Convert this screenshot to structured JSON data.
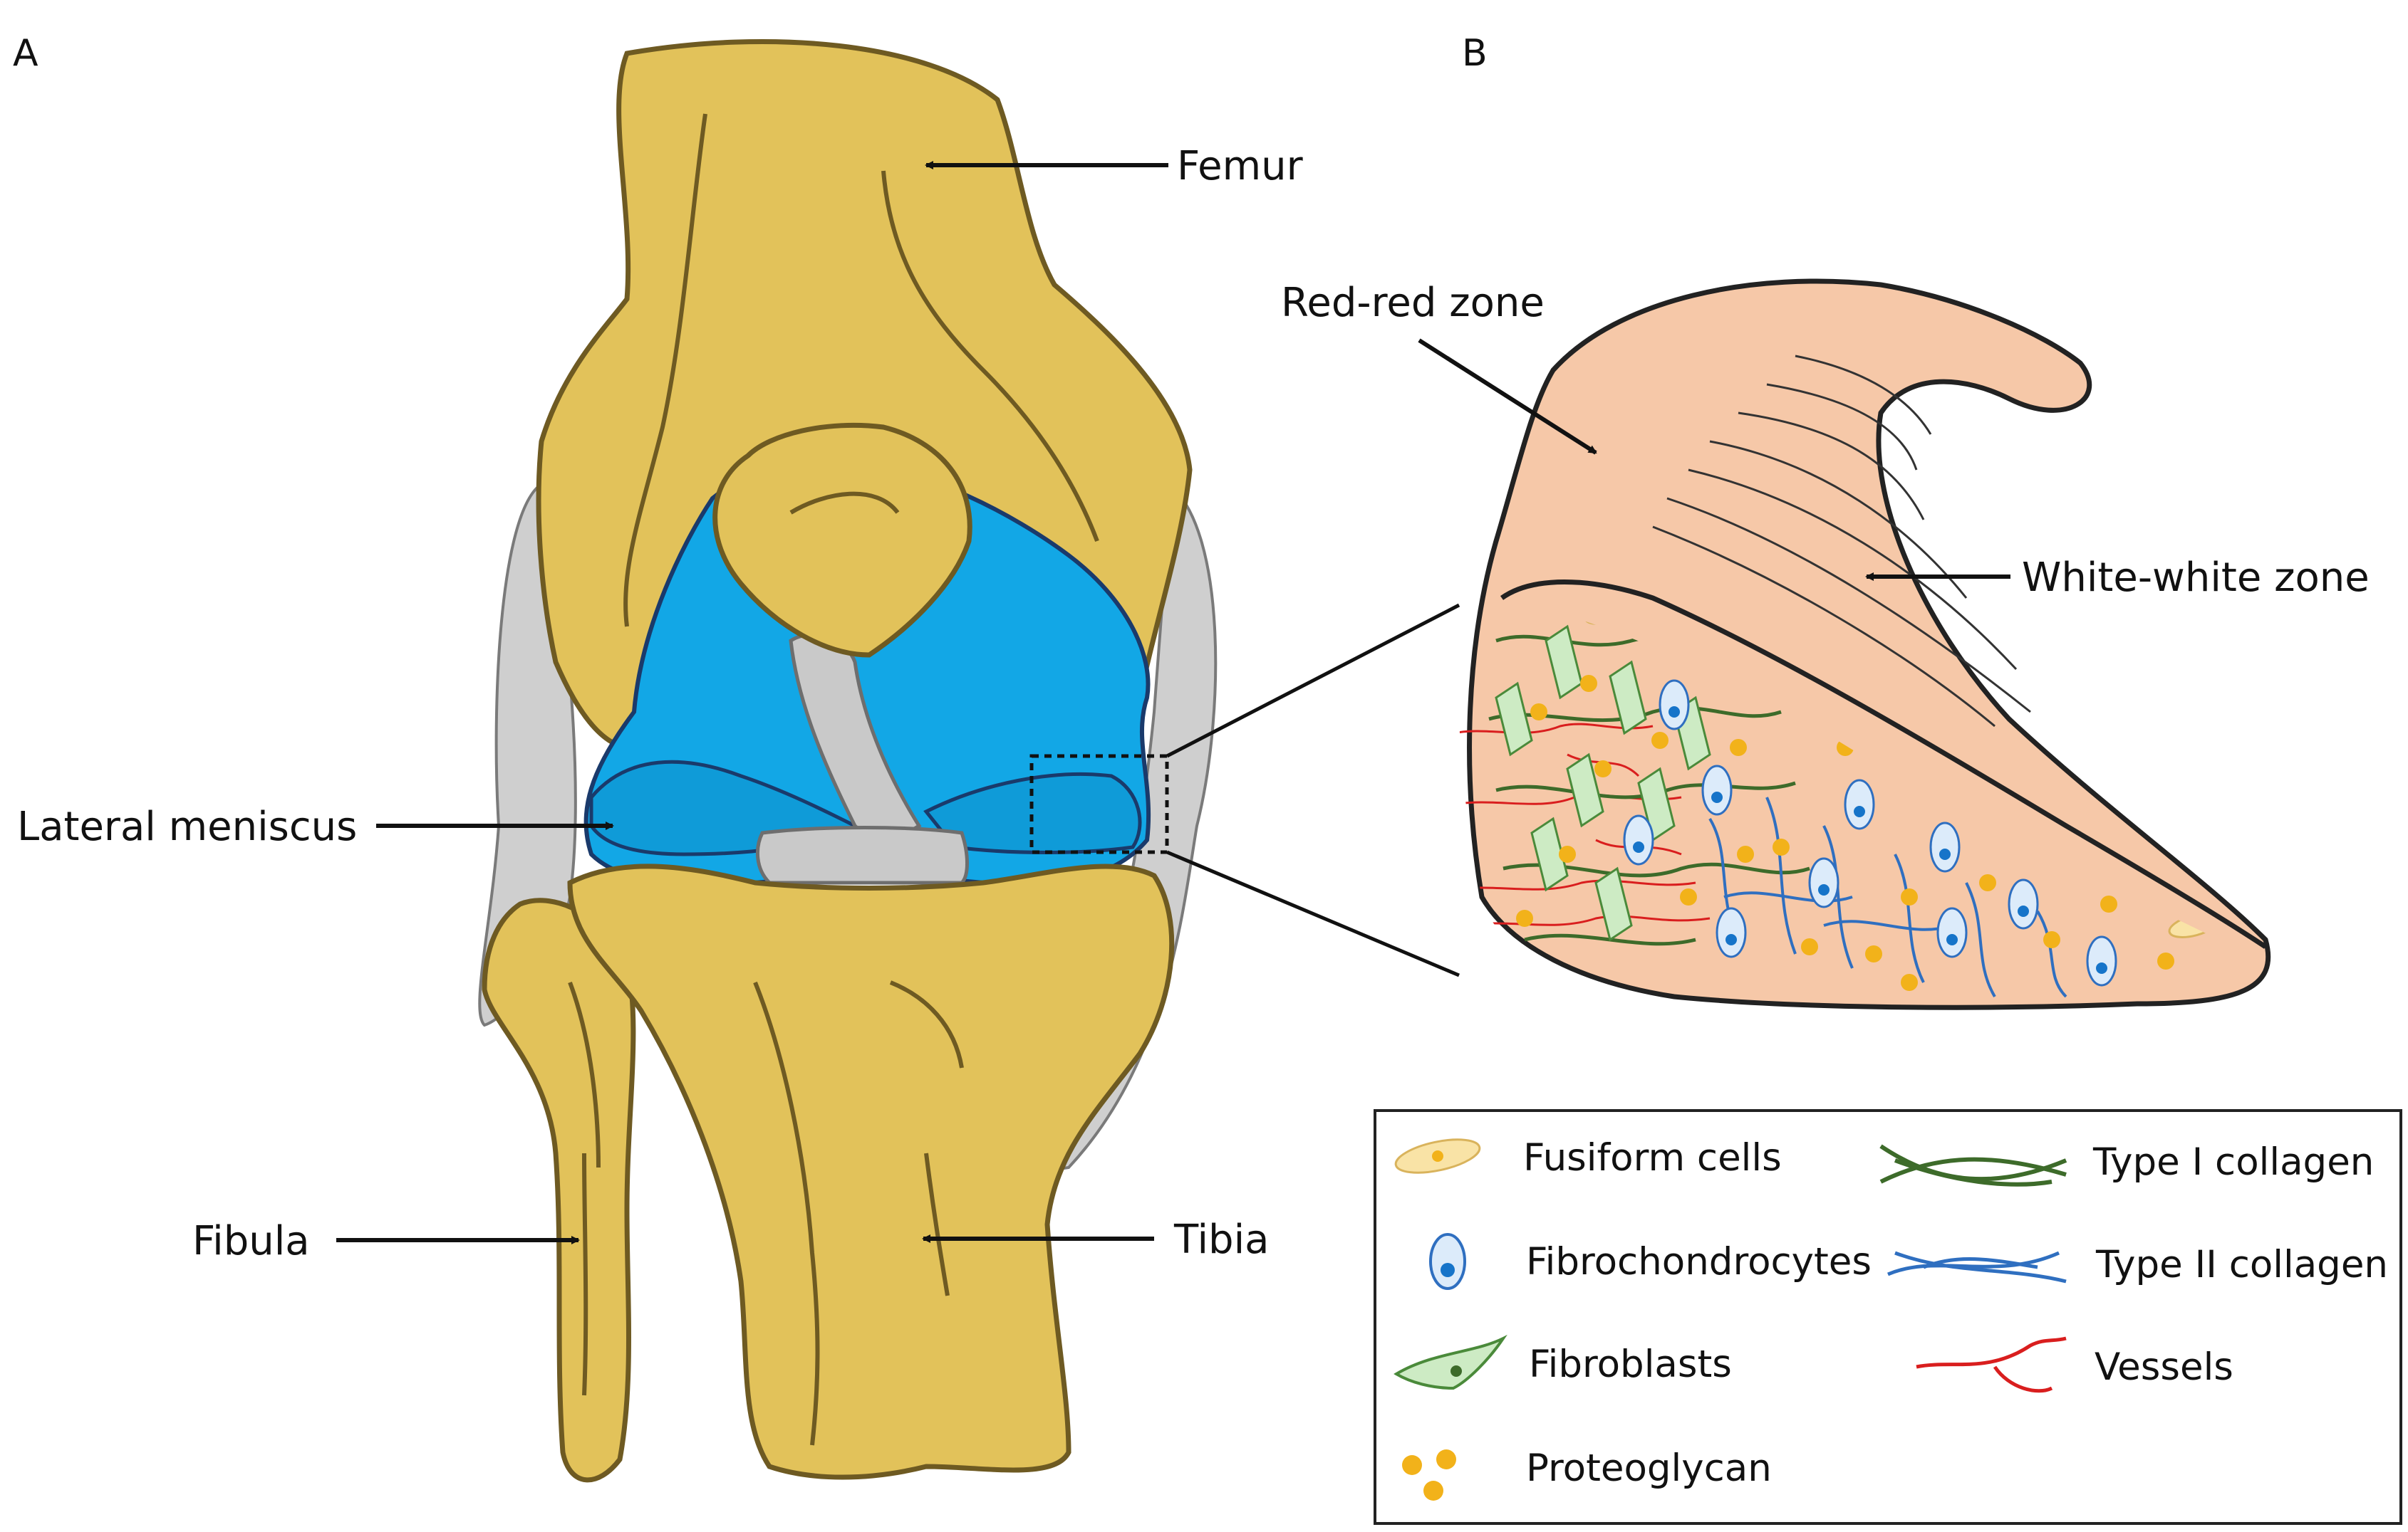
{
  "panels": {
    "a": {
      "letter": "A"
    },
    "b": {
      "letter": "B"
    }
  },
  "labels": {
    "femur": "Femur",
    "lateral_meniscus": "Lateral meniscus",
    "fibula": "Fibula",
    "tibia": "Tibia",
    "red_red_zone": "Red-red zone",
    "white_white_zone": "White-white zone"
  },
  "legend": {
    "items": [
      {
        "id": "fusiform",
        "label": "Fusiform cells"
      },
      {
        "id": "fibrochondrocytes",
        "label": "Fibrochondrocytes"
      },
      {
        "id": "fibroblasts",
        "label": "Fibroblasts"
      },
      {
        "id": "proteoglycan",
        "label": "Proteoglycan"
      },
      {
        "id": "collagen1",
        "label": "Type I collagen"
      },
      {
        "id": "collagen2",
        "label": "Type II collagen"
      },
      {
        "id": "vessels",
        "label": "Vessels"
      }
    ]
  },
  "colors": {
    "bone": "#E2C25A",
    "bone_outline": "#6E5A22",
    "meniscus": "#12A7E6",
    "ligament": "#C9C9C9",
    "tissue": "#F6C8A8",
    "fibroblast": "#CDEBC4",
    "fibrochondrocyte_nucleus": "#1674C9",
    "proteoglycan": "#F2B21A",
    "type_i_collagen": "#3D6B2A",
    "type_ii_collagen": "#2F6FC0",
    "vessels": "#D91E1E"
  }
}
